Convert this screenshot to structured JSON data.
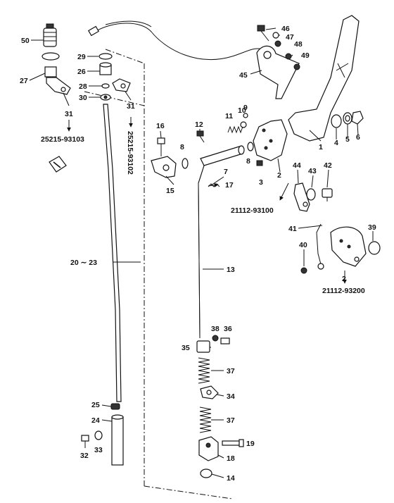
{
  "callouts": {
    "p1": "1",
    "p2": "2",
    "p2b": "2",
    "p3": "3",
    "p4": "4",
    "p5": "5",
    "p6": "6",
    "p7": "7",
    "p8a": "8",
    "p8b": "8",
    "p9": "9",
    "p10": "10",
    "p11": "11",
    "p12": "12",
    "p13": "13",
    "p14": "14",
    "p15": "15",
    "p16": "16",
    "p17": "17",
    "p18": "18",
    "p19": "19",
    "p20_23": "20 ∼ 23",
    "p24": "24",
    "p25": "25",
    "p26": "26",
    "p27": "27",
    "p28": "28",
    "p29": "29",
    "p30": "30",
    "p31a": "31",
    "p31b": "31",
    "p32": "32",
    "p33": "33",
    "p34": "34",
    "p35": "35",
    "p36": "36",
    "p37a": "37",
    "p37b": "37",
    "p38": "38",
    "p39": "39",
    "p40": "40",
    "p41": "41",
    "p42": "42",
    "p43": "43",
    "p44": "44",
    "p45": "45",
    "p46": "46",
    "p47": "47",
    "p48": "48",
    "p49": "49",
    "p50": "50"
  },
  "references": {
    "ref_25215_93103": "25215-93103",
    "ref_25215_93102": "25215-93102",
    "ref_21112_93100": "21112-93100",
    "ref_21112_93200": "21112-93200"
  },
  "colors": {
    "ink": "#111111",
    "paper": "#ffffff"
  }
}
